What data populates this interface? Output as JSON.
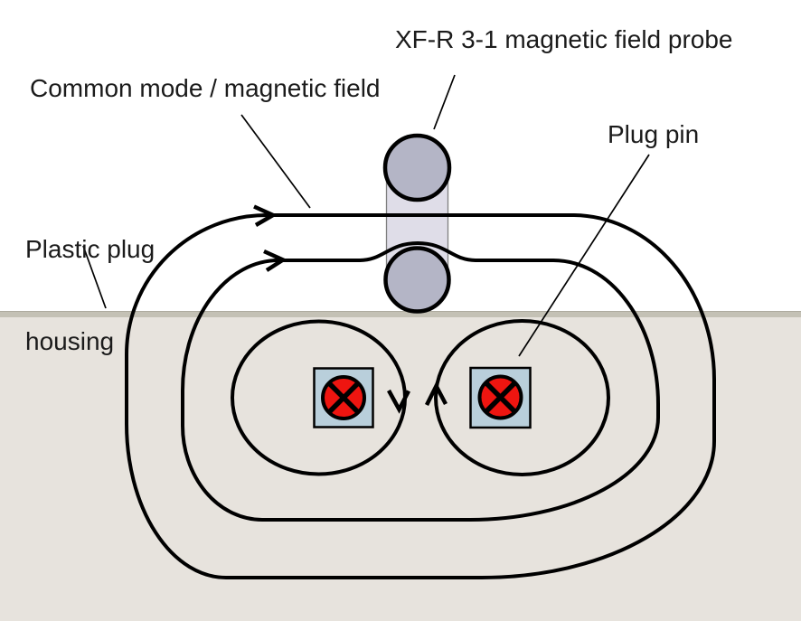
{
  "diagram": {
    "title_label": "XF-R 3-1 magnetic field probe",
    "labels": {
      "common_mode": "Common mode / magnetic field",
      "probe": "XF-R 3-1 magnetic field probe",
      "plug_pin": "Plug pin",
      "housing_line1": "Plastic plug",
      "housing_line2": "housing"
    },
    "colors": {
      "background": "#ffffff",
      "housing_fill": "#e7e3dd",
      "housing_edge": "#c4c1b5",
      "probe_body_fill": "#dfdde8",
      "probe_body_stroke": "#7f7f7f",
      "probe_coil_fill": "#b4b5c6",
      "pin_fill": "#b9cfdb",
      "pin_current_fill": "#ee1510",
      "line_color": "#000000"
    },
    "icons": {
      "pin_current_symbol": "current-into-page (circled X)",
      "field_arrows": [
        "right",
        "right",
        "down",
        "up"
      ]
    }
  }
}
